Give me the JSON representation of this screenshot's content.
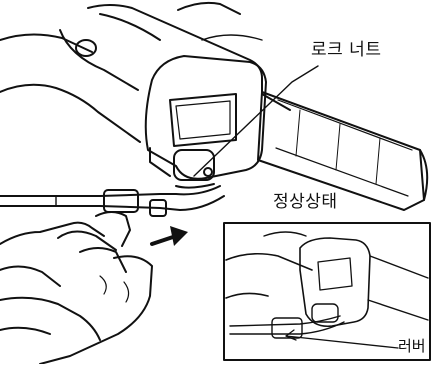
{
  "labels": {
    "lock_nut": "로크 너트",
    "normal_state": "정상상태",
    "lever": "러버"
  },
  "colors": {
    "line": "#111111",
    "background": "#ffffff",
    "shade": "#e6e6e6"
  }
}
